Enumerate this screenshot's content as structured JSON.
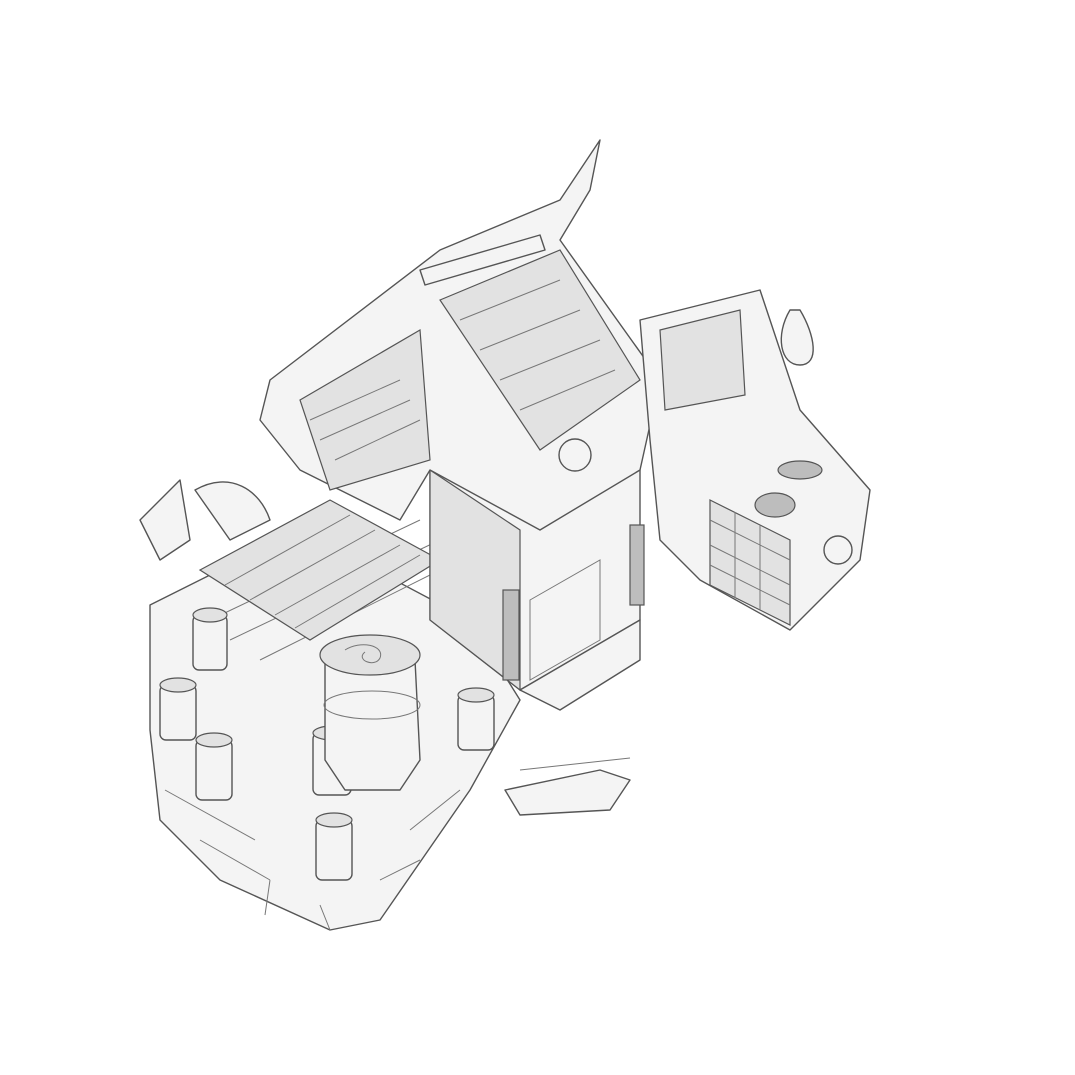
{
  "scene": {
    "subject": "isometric-shrine-render",
    "colors": {
      "background": "#ffffff",
      "surface": "#f4f4f4",
      "shade": "#bdbdbd",
      "outline": "#555555"
    },
    "icons": [
      "shrine-building",
      "rope-lantern-post",
      "stone-platform",
      "drawer-cabinet",
      "hanging-pouch"
    ]
  }
}
